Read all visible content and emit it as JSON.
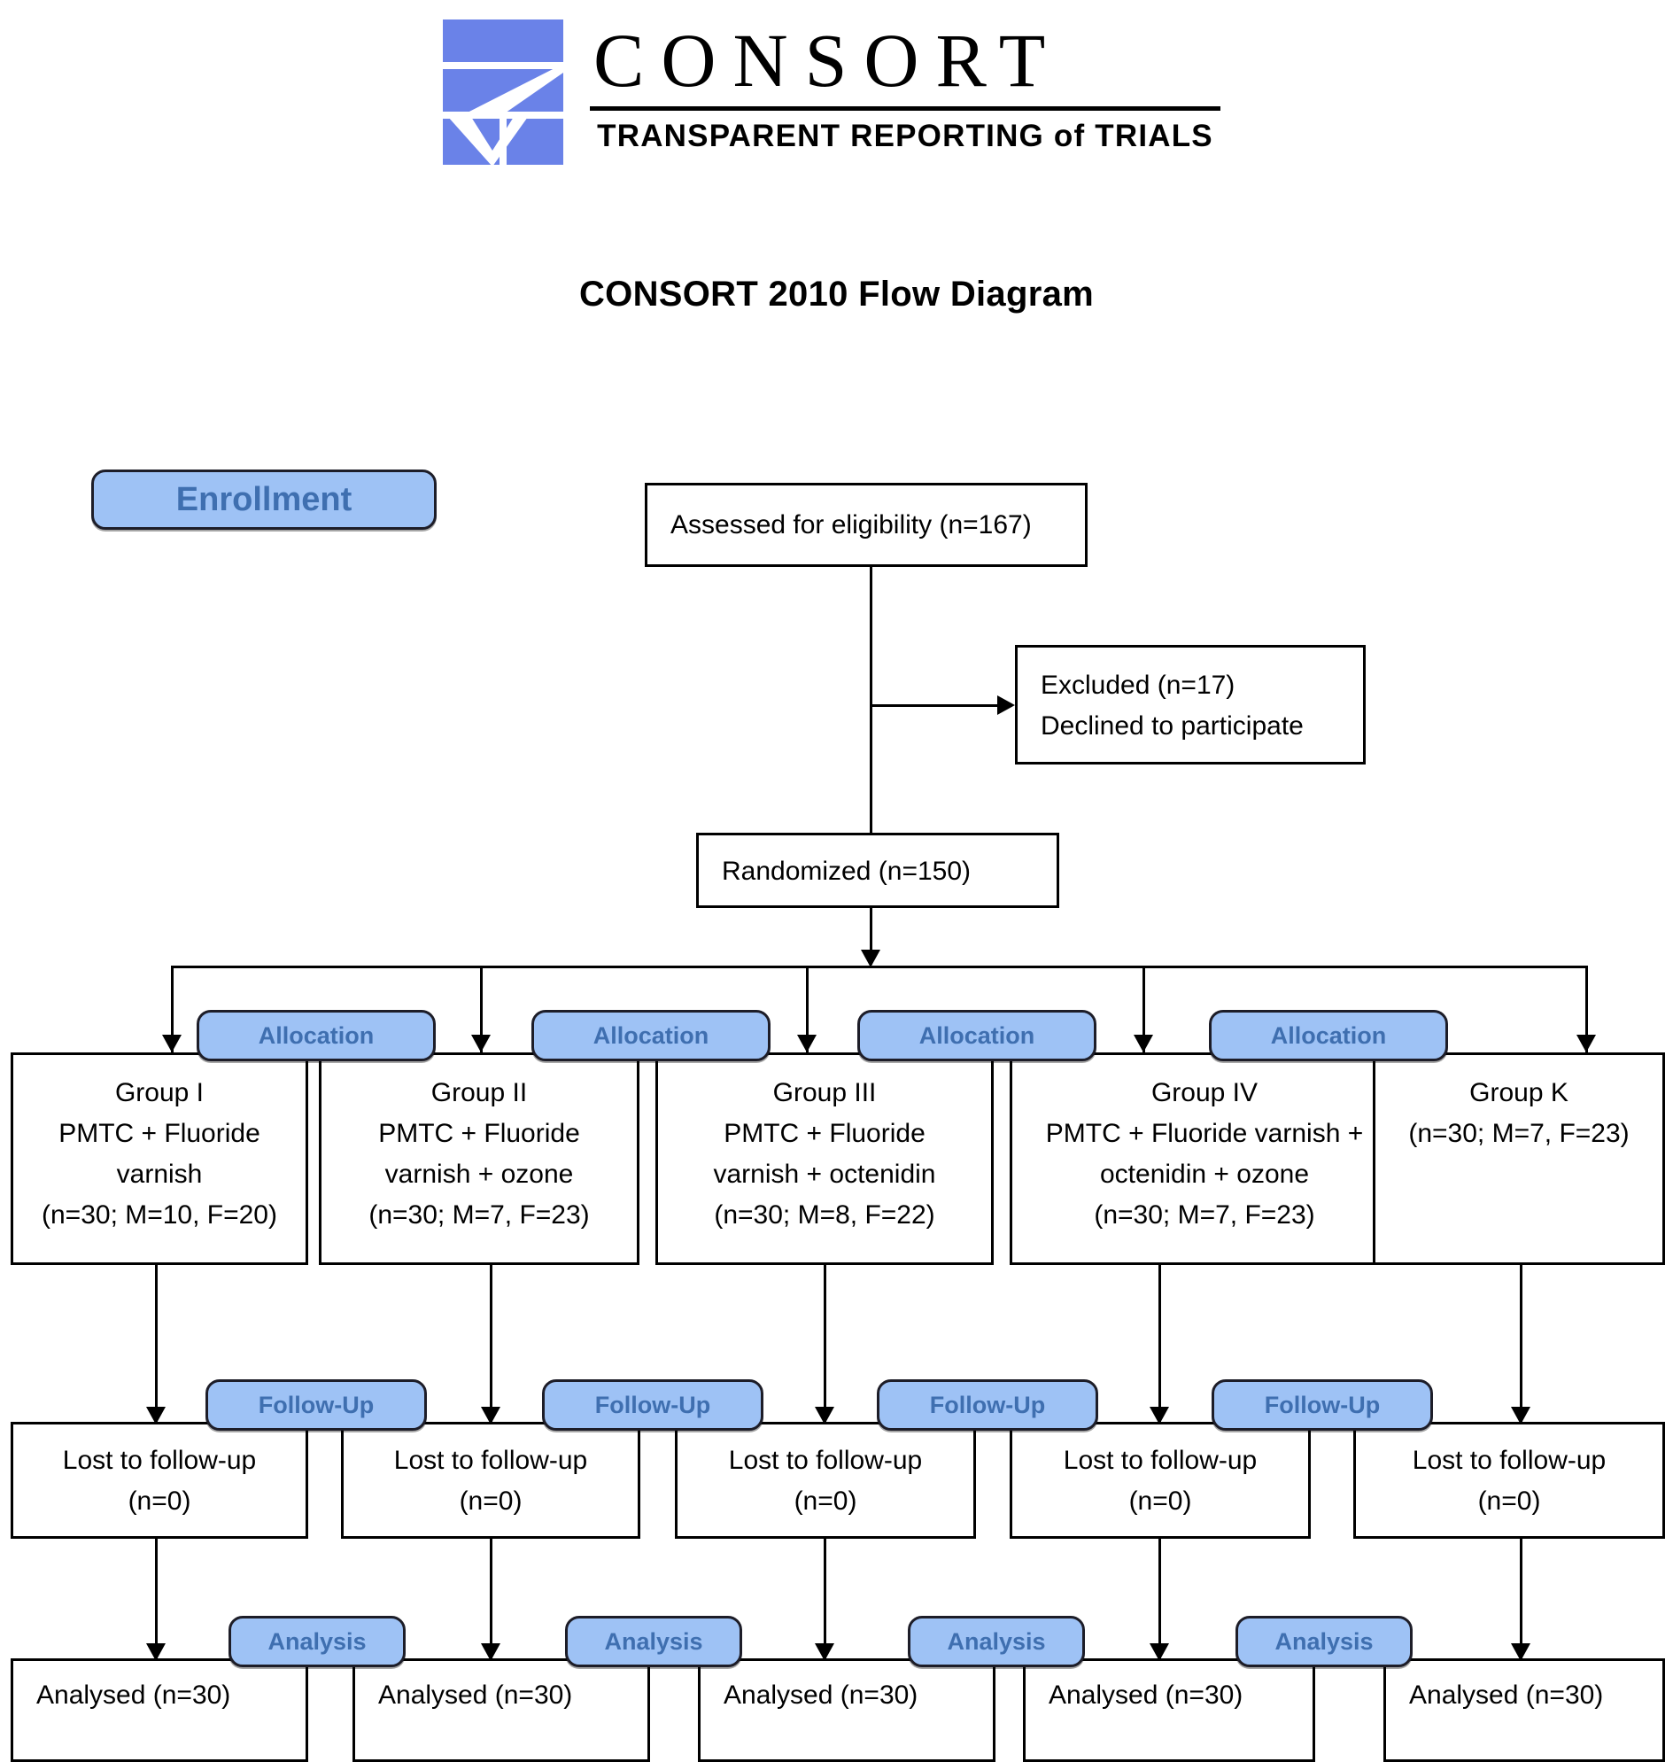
{
  "logo": {
    "wordmark": "CONSORT",
    "tagline": "TRANSPARENT REPORTING of TRIALS",
    "mark_name": "consort-checkmark-logo",
    "brand_blue": "#6A82E8"
  },
  "title": "CONSORT 2010 Flow Diagram",
  "colors": {
    "badge_fill": "#9EC2F5",
    "badge_text": "#3F6FB0",
    "box_border": "#000000",
    "box_fill": "#FFFFFF"
  },
  "stages": {
    "enrollment": "Enrollment",
    "allocation": "Allocation",
    "follow_up": "Follow-Up",
    "analysis": "Analysis"
  },
  "enrollment": {
    "assessed": "Assessed for eligibility (n=167)",
    "excluded": "Excluded  (n=17)\nDeclined to participate",
    "randomized": "Randomized (n=150)"
  },
  "allocation_badges": [
    "Allocation",
    "Allocation",
    "Allocation",
    "Allocation"
  ],
  "followup_badges": [
    "Follow-Up",
    "Follow-Up",
    "Follow-Up",
    "Follow-Up"
  ],
  "analysis_badges": [
    "Analysis",
    "Analysis",
    "Analysis",
    "Analysis"
  ],
  "groups": [
    {
      "name": "Group I",
      "allocation_text": "Group I\nPMTC + Fluoride\nvarnish\n(n=30; M=10, F=20)",
      "lost_text": "Lost to follow-up\n(n=0)",
      "analysed_text": "Analysed  (n=30)"
    },
    {
      "name": "Group II",
      "allocation_text": "Group II\nPMTC + Fluoride\nvarnish + ozone\n(n=30; M=7, F=23)",
      "lost_text": "Lost to follow-up\n(n=0)",
      "analysed_text": "Analysed  (n=30)"
    },
    {
      "name": "Group III",
      "allocation_text": "Group III\nPMTC + Fluoride\nvarnish + octenidin\n(n=30; M=8, F=22)",
      "lost_text": "Lost to follow-up\n(n=0)",
      "analysed_text": "Analysed  (n=30)"
    },
    {
      "name": "Group IV",
      "allocation_text": "Group IV\nPMTC + Fluoride varnish +\noctenidin + ozone\n(n=30; M=7, F=23)",
      "lost_text": "Lost to follow-up\n(n=0)",
      "analysed_text": "Analysed  (n=30)"
    },
    {
      "name": "Group K",
      "allocation_text": "Group K\n(n=30; M=7, F=23)",
      "lost_text": "Lost to follow-up\n(n=0)",
      "analysed_text": "Analysed  (n=30)"
    }
  ],
  "chart_data": {
    "type": "diagram",
    "title": "CONSORT 2010 Flow Diagram",
    "nodes": [
      {
        "id": "assessed",
        "label": "Assessed for eligibility (n=167)",
        "n": 167
      },
      {
        "id": "excluded",
        "label": "Excluded  (n=17) Declined to participate",
        "n": 17
      },
      {
        "id": "randomized",
        "label": "Randomized (n=150)",
        "n": 150
      },
      {
        "id": "group1",
        "label": "Group I PMTC + Fluoride varnish",
        "n": 30,
        "male": 10,
        "female": 20
      },
      {
        "id": "group2",
        "label": "Group II PMTC + Fluoride varnish + ozone",
        "n": 30,
        "male": 7,
        "female": 23
      },
      {
        "id": "group3",
        "label": "Group III PMTC + Fluoride varnish + octenidin",
        "n": 30,
        "male": 8,
        "female": 22
      },
      {
        "id": "group4",
        "label": "Group IV PMTC + Fluoride varnish + octenidin + ozone",
        "n": 30,
        "male": 7,
        "female": 23
      },
      {
        "id": "groupK",
        "label": "Group K",
        "n": 30,
        "male": 7,
        "female": 23
      },
      {
        "id": "lost1",
        "label": "Lost to follow-up (n=0)",
        "n": 0
      },
      {
        "id": "lost2",
        "label": "Lost to follow-up (n=0)",
        "n": 0
      },
      {
        "id": "lost3",
        "label": "Lost to follow-up (n=0)",
        "n": 0
      },
      {
        "id": "lost4",
        "label": "Lost to follow-up (n=0)",
        "n": 0
      },
      {
        "id": "lostK",
        "label": "Lost to follow-up (n=0)",
        "n": 0
      },
      {
        "id": "analysed1",
        "label": "Analysed  (n=30)",
        "n": 30
      },
      {
        "id": "analysed2",
        "label": "Analysed  (n=30)",
        "n": 30
      },
      {
        "id": "analysed3",
        "label": "Analysed  (n=30)",
        "n": 30
      },
      {
        "id": "analysed4",
        "label": "Analysed  (n=30)",
        "n": 30
      },
      {
        "id": "analysedK",
        "label": "Analysed  (n=30)",
        "n": 30
      }
    ],
    "edges": [
      {
        "from": "assessed",
        "to": "excluded"
      },
      {
        "from": "assessed",
        "to": "randomized"
      },
      {
        "from": "randomized",
        "to": "group1"
      },
      {
        "from": "randomized",
        "to": "group2"
      },
      {
        "from": "randomized",
        "to": "group3"
      },
      {
        "from": "randomized",
        "to": "group4"
      },
      {
        "from": "randomized",
        "to": "groupK"
      },
      {
        "from": "group1",
        "to": "lost1"
      },
      {
        "from": "group2",
        "to": "lost2"
      },
      {
        "from": "group3",
        "to": "lost3"
      },
      {
        "from": "group4",
        "to": "lost4"
      },
      {
        "from": "groupK",
        "to": "lostK"
      },
      {
        "from": "lost1",
        "to": "analysed1"
      },
      {
        "from": "lost2",
        "to": "analysed2"
      },
      {
        "from": "lost3",
        "to": "analysed3"
      },
      {
        "from": "lost4",
        "to": "analysed4"
      },
      {
        "from": "lostK",
        "to": "analysedK"
      }
    ],
    "stages": [
      "Enrollment",
      "Allocation",
      "Follow-Up",
      "Analysis"
    ]
  }
}
